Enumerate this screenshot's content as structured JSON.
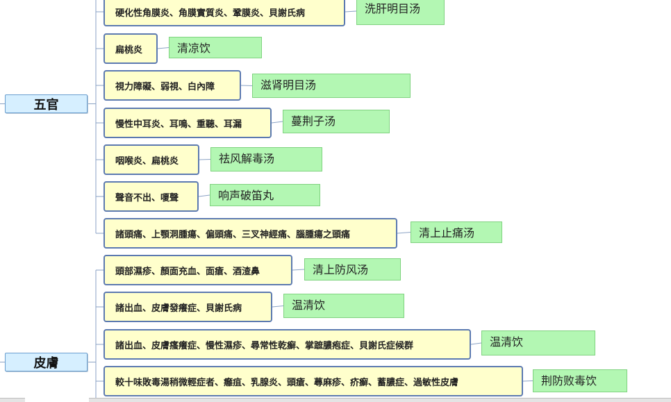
{
  "categories": [
    {
      "label": "五官",
      "items": [
        {
          "condition": "硬化性角膜炎、角膜實質炎、鞏膜炎、貝謝氏病",
          "prescription": "洗肝明目汤"
        },
        {
          "condition": "扁桃炎",
          "prescription": "清凉饮"
        },
        {
          "condition": "視力障礙、弱視、白內障",
          "prescription": "滋肾明目汤"
        },
        {
          "condition": "慢性中耳炎、耳鳴、重聽、耳漏",
          "prescription": "蔓荆子汤"
        },
        {
          "condition": "咽喉炎、扁桃炎",
          "prescription": "祛风解毒汤"
        },
        {
          "condition": "聲音不出、嗄聲",
          "prescription": "响声破笛丸"
        },
        {
          "condition": "諸頭痛、上顎洞腫瘍、偏頭痛、三叉神經痛、腦腫瘍之頭痛",
          "prescription": "清上止痛汤"
        }
      ]
    },
    {
      "label": "皮膚",
      "items": [
        {
          "condition": "頭部濕疹、顏面充血、面瘡、酒渣鼻",
          "prescription": "清上防风汤"
        },
        {
          "condition": "諸出血、皮膚發癢症、貝謝氏病",
          "prescription": "温清饮"
        },
        {
          "condition": "諸出血、皮膚瘙癢症、慢性濕疹、尋常性乾癬、掌蹠膿疱症、貝謝氏症候群",
          "prescription": "温清饮"
        },
        {
          "condition": "較十味敗毒湯稍微輕症者、癰疽、乳腺炎、頭瘡、蕁麻疹、疥癬、蓄膿症、過敏性皮膚",
          "prescription": "荆防败毒饮"
        }
      ]
    }
  ]
}
